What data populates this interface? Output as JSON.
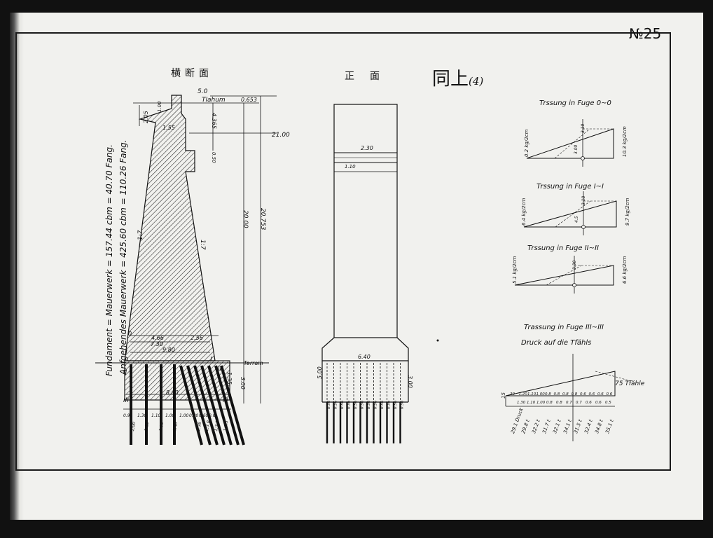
{
  "sheet": {
    "number": "№25",
    "title": "同上",
    "title_suffix": "(4)",
    "cross_section_label": "横断面",
    "front_view_label": "正面"
  },
  "notes": {
    "line1": "Fundament = Mauerwerk = 157.44 cbm = 40.70 Fang.",
    "line2": "Anfgehendes Mauerwerk = 425.60 cbm = 110.26 Fang."
  },
  "cross_section": {
    "dims": {
      "top_width": "5.0",
      "ticket": "Tlahum",
      "d_0653": "0.653",
      "d_205": "2.05",
      "d_155": "1.55",
      "d_100": "1.00",
      "d_4365": "4.365",
      "d_2100": "21.00",
      "d_050": "0.50",
      "d_2000": "20.00",
      "d_20753": "20.753",
      "batter_left": "1:7",
      "batter_right": "1:7",
      "d_466": "4.66",
      "d_730": "7.30",
      "d_256": "2.56",
      "d_980": "9.80",
      "d_860": "8.60",
      "d_300": "3.00",
      "d_135": "1.35",
      "terrain": "Terrain",
      "joint_0": "0",
      "joint_I": "I",
      "joint_II": "II",
      "joint_III": "III"
    },
    "pile_spacings": [
      "0.90",
      "1.30",
      "1.10",
      "1.00",
      "1.00",
      "0.80",
      "0.60",
      "0.6"
    ],
    "pile_batter": [
      "1:00",
      "1:25",
      "1:30",
      "1:40",
      "1:36",
      "1:3.0",
      "1:3.2",
      "1:3.5"
    ]
  },
  "front_view": {
    "dims": {
      "d_230": "2.30",
      "d_110": "1.10",
      "d_640": "6.40",
      "d_500": "5.00",
      "d_300": "3.00"
    },
    "pile_labels": [
      "0.56",
      "0.56",
      "0.56",
      "0.56",
      "0.56",
      "0.56",
      "0.56",
      "0.56",
      "0.56",
      "0.56",
      "0.56",
      "0.56"
    ]
  },
  "stress_diagrams": [
    {
      "title": "Trssung in Fuge 0~0",
      "left": "0.2 kg/2cm",
      "right": "10.3 kg/2cm",
      "mid1": "3.10",
      "mid2": "3.00"
    },
    {
      "title": "Trssung in Fuge I~I",
      "left": "6.4 kg/2cm",
      "right": "9.7 kg/2cm",
      "mid1": "3.18",
      "mid2": "4.5"
    },
    {
      "title": "Trssung in Fuge II~II",
      "left": "5.1 kg/2cm",
      "right": "6.6 kg/2cm",
      "mid1": "3.30",
      "mid2": ""
    }
  ],
  "pile_pressure": {
    "title1": "Trassung in Fuge III~III",
    "title2": "Druck auf die Tfähls",
    "side_note": "75 Tfähle",
    "left_value": "15",
    "spacings": [
      "20",
      "1.20",
      "1.10",
      "1.00",
      "0.8",
      "0.8",
      "0.8",
      "0.8",
      "0.6",
      "0.6",
      "0.6",
      "0.6"
    ],
    "spacings2": [
      "1.30",
      "1.10",
      "1.00",
      "0.8",
      "0.8",
      "0.7",
      "0.7",
      "0.6",
      "0.6",
      "0.5"
    ],
    "forces": [
      "29.1 Druck",
      "29.8 t",
      "32.2 t",
      "31.7 t",
      "32.1 t",
      "34.1 t",
      "31.5 t",
      "32.4 t",
      "34.8 t",
      "35.1 t"
    ]
  }
}
